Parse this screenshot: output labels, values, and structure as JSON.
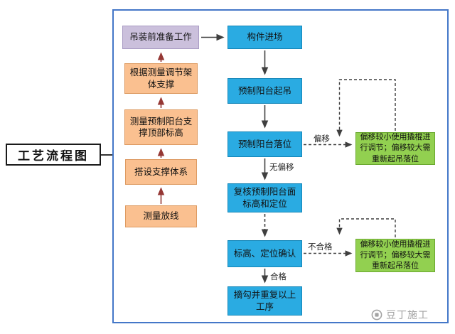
{
  "diagram": {
    "side_label": "工艺流程图",
    "left_column": {
      "steps": [
        {
          "label": "吊装前准备工作"
        },
        {
          "label": "根据测量调节架体支撑"
        },
        {
          "label": "测量预制阳台支撑顶部标高"
        },
        {
          "label": "搭设支撑体系"
        },
        {
          "label": "测量放线"
        }
      ]
    },
    "main_column": {
      "steps": [
        {
          "label": "构件进场"
        },
        {
          "label": "预制阳台起吊"
        },
        {
          "label": "预制阳台落位"
        },
        {
          "label": "复核预制阳台面标高和定位"
        },
        {
          "label": "标高、定位确认"
        },
        {
          "label": "摘勾并重复以上工序"
        }
      ]
    },
    "correction_notes": [
      {
        "label": "偏移较小使用撬棍进行调节；偏移较大需重新起吊落位"
      },
      {
        "label": "偏移较小使用撬棍进行调节；偏移较大需重新起吊落位"
      }
    ],
    "edge_labels": {
      "offset": "偏移",
      "no_offset": "无偏移",
      "fail": "不合格",
      "pass": "合格"
    },
    "watermark": "豆丁施工",
    "colors": {
      "prep_box": "#CBC0DC",
      "left_box": "#FAC090",
      "main_box": "#2AABE2",
      "note_box": "#92D050",
      "frame_border": "#4477C8",
      "left_arrow": "#953734",
      "main_arrow": "#3F3F3F"
    }
  }
}
